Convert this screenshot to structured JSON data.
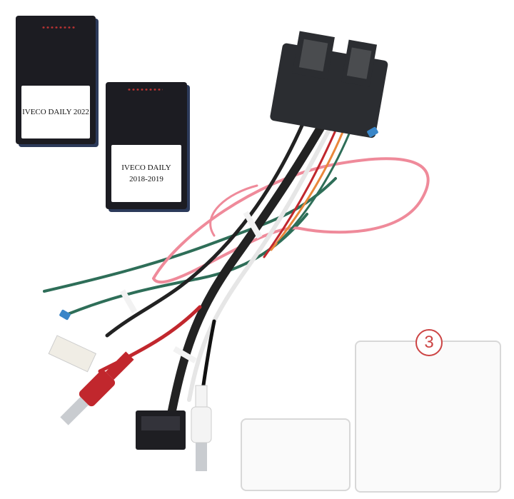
{
  "modules": [
    {
      "label": "IVECO DAILY 2022"
    },
    {
      "label": "IVECO DAILY\n2018-2019"
    }
  ],
  "connector_badge": "3",
  "colors": {
    "module_body": "#1c1c22",
    "connector_plastic": "#2b2d31",
    "wire_pink": "#ef8a9a",
    "wire_green": "#2e6e58",
    "wire_red": "#c1272d",
    "badge_red": "#cc4444"
  }
}
